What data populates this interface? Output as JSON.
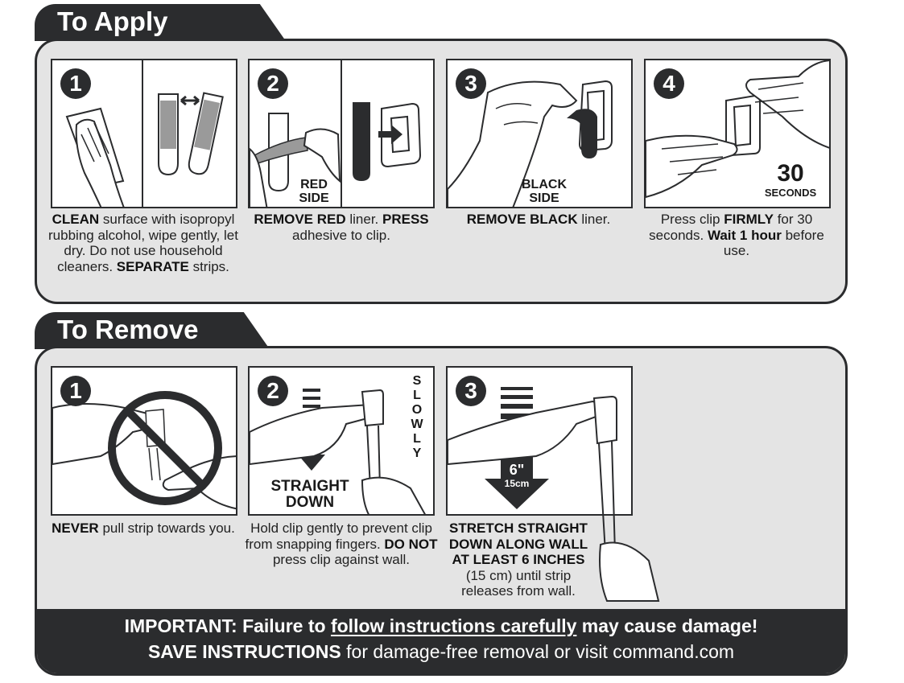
{
  "apply": {
    "title": "To Apply",
    "steps": [
      {
        "number": "1",
        "caption": [
          {
            "t": "CLEAN",
            "b": true
          },
          {
            "t": " surface with isopropyl rubbing alcohol, wipe gently, let dry. Do not use household cleaners. "
          },
          {
            "t": "SEPARATE",
            "b": true
          },
          {
            "t": " strips."
          }
        ]
      },
      {
        "number": "2",
        "label": "RED SIDE",
        "caption": [
          {
            "t": "REMOVE RED",
            "b": true
          },
          {
            "t": " liner. "
          },
          {
            "t": "PRESS",
            "b": true
          },
          {
            "t": " adhesive to clip."
          }
        ]
      },
      {
        "number": "3",
        "label": "BLACK SIDE",
        "caption": [
          {
            "t": "REMOVE BLACK",
            "b": true
          },
          {
            "t": " liner."
          }
        ]
      },
      {
        "number": "4",
        "timer_value": "30",
        "timer_unit": "SECONDS",
        "caption": [
          {
            "t": "Press clip "
          },
          {
            "t": "FIRMLY",
            "b": true
          },
          {
            "t": " for 30 seconds. "
          },
          {
            "t": "Wait 1 hour",
            "b": true
          },
          {
            "t": " before use."
          }
        ]
      }
    ]
  },
  "remove": {
    "title": "To Remove",
    "steps": [
      {
        "number": "1",
        "caption": [
          {
            "t": "NEVER",
            "b": true
          },
          {
            "t": " pull strip towards you."
          }
        ]
      },
      {
        "number": "2",
        "arrow_label": "STRAIGHT DOWN",
        "side_label": "SLOWLY",
        "caption": [
          {
            "t": "Hold clip gently to prevent clip from snapping fingers. "
          },
          {
            "t": "DO NOT",
            "b": true
          },
          {
            "t": " press clip against wall."
          }
        ]
      },
      {
        "number": "3",
        "distance_in": "6\"",
        "distance_cm": "15cm",
        "caption": [
          {
            "t": "STRETCH STRAIGHT DOWN ALONG WALL AT LEAST 6 INCHES",
            "b": true
          },
          {
            "t": " (15 cm) until strip releases from wall."
          }
        ]
      }
    ]
  },
  "footer": {
    "line1_prefix": "IMPORTANT: Failure to ",
    "line1_underlined": "follow instructions carefully",
    "line1_suffix": " may cause damage!",
    "line2_bold": "SAVE INSTRUCTIONS",
    "line2_rest": " for damage-free removal or visit command.com"
  },
  "colors": {
    "dark": "#2b2c2e",
    "panel_bg": "#e4e4e4",
    "strip_gray": "#9a9a9a"
  }
}
